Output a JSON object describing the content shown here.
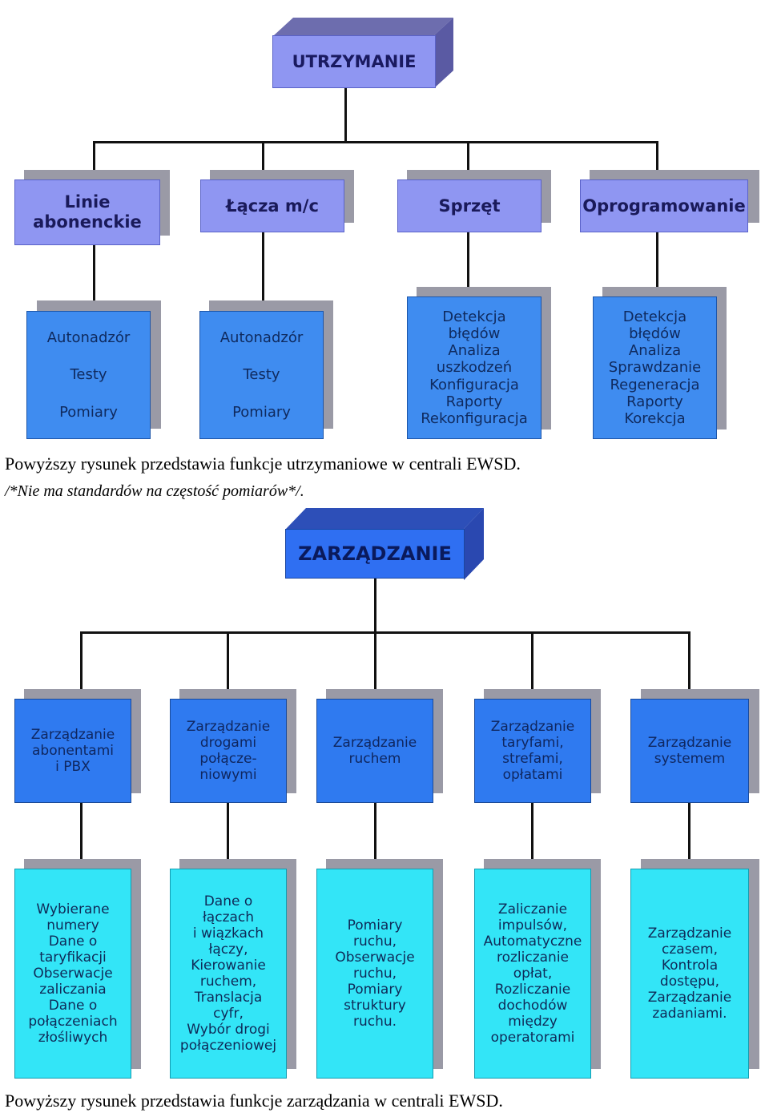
{
  "utrzymanie": {
    "title": "UTRZYMANIE",
    "categories": [
      {
        "label": "Linie\nabonenckie",
        "items": "Autonadzór\n\nTesty\n\nPomiary"
      },
      {
        "label": "Łącza m/c",
        "items": "Autonadzór\n\nTesty\n\nPomiary"
      },
      {
        "label": "Sprzęt",
        "items": "Detekcja\nbłędów\nAnaliza\nuszkodzeń\nKonfiguracja\nRaporty\nRekonfiguracja"
      },
      {
        "label": "Oprogramowanie",
        "items": "Detekcja\nbłędów\nAnaliza\nSprawdzanie\nRegeneracja\nRaporty\nKorekcja"
      }
    ]
  },
  "caption1": "Powyższy rysunek przedstawia funkcje utrzymaniowe w centrali EWSD.",
  "caption2": "/*Nie ma standardów na częstość pomiarów*/.",
  "zarzadzanie": {
    "title": "ZARZĄDZANIE",
    "categories": [
      {
        "label": "Zarządzanie\nabonentami\ni PBX",
        "items": "Wybierane\nnumery\nDane o\ntaryfikacji\nObserwacje\nzaliczania\nDane o\npołączeniach\nzłośliwych"
      },
      {
        "label": "Zarządzanie\ndrogami\npołącze-\nniowymi",
        "items": "Dane o\nłączach\ni wiązkach\nłączy,\nKierowanie\nruchem,\nTranslacja\ncyfr,\nWybór drogi\npołączeniowej"
      },
      {
        "label": "Zarządzanie\nruchem",
        "items": "Pomiary\nruchu,\nObserwacje\nruchu,\nPomiary\nstruktury\nruchu."
      },
      {
        "label": "Zarządzanie\ntaryfami,\nstrefami,\nopłatami",
        "items": "Zaliczanie\nimpulsów,\nAutomatyczne\nrozliczanie\nopłat,\nRozliczanie\ndochodów\nmiędzy\noperatorami"
      },
      {
        "label": "Zarządzanie\nsystemem",
        "items": "Zarządzanie\nczasem,\nKontrola\ndostępu,\nZarządzanie\nzadaniami."
      }
    ]
  },
  "caption3": "Powyższy rysunek przedstawia funkcje zarządzania w centrali EWSD."
}
